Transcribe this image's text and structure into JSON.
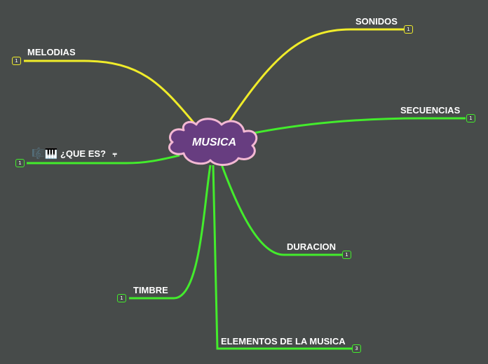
{
  "map": {
    "center": {
      "label": "MUSICA"
    },
    "colors": {
      "background": "#474b4a",
      "yellow_branch": "#f0ec2a",
      "green_branch": "#43ec2c",
      "cloud_fill": "#673d80",
      "cloud_stroke": "#f3b8d3"
    },
    "topics": {
      "sonidos": {
        "label": "SONIDOS",
        "count": "1"
      },
      "melodias": {
        "label": "MELODIAS",
        "count": "1"
      },
      "secuencias": {
        "label": "SECUENCIAS",
        "count": "1"
      },
      "que_es": {
        "label": "¿QUE ES?",
        "emoji": "🎼🎹",
        "icon": "notes-icon",
        "count": "1"
      },
      "duracion": {
        "label": "DURACION",
        "count": "1"
      },
      "timbre": {
        "label": "TIMBRE",
        "count": "1"
      },
      "elementos": {
        "label": "ELEMENTOS DE LA MUSICA",
        "count": "3"
      }
    }
  }
}
